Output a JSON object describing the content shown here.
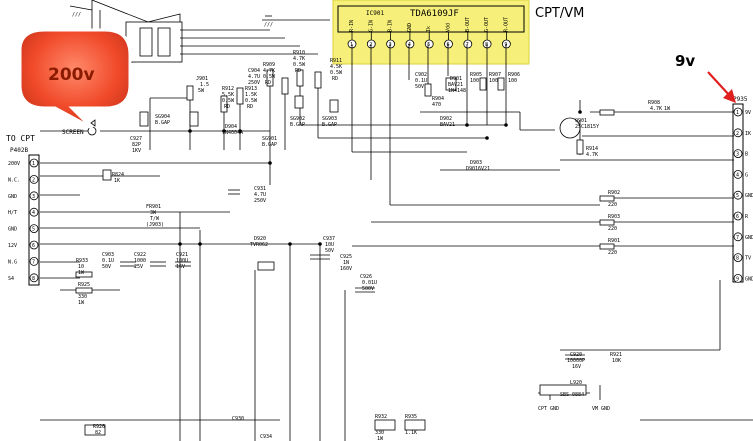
{
  "ic": {
    "ref": "IC901",
    "part": "TDA6109JF",
    "pins": [
      "R-IN",
      "G-IN",
      "B-IN",
      "GND",
      "Ik",
      "Vdd",
      "B-OUT",
      "G-OUT",
      "R-OUT"
    ],
    "pin_numbers": [
      "1",
      "2",
      "3",
      "4",
      "5",
      "6",
      "7",
      "8",
      "9"
    ]
  },
  "title": "CPT/VM",
  "callout": "200v",
  "annotation": "9v",
  "left_connector": {
    "header": "TO CPT",
    "ref": "P402B",
    "pins": [
      {
        "num": "1",
        "label": "200V"
      },
      {
        "num": "2",
        "label": "N.C."
      },
      {
        "num": "3",
        "label": "GND"
      },
      {
        "num": "4",
        "label": "H/T"
      },
      {
        "num": "5",
        "label": "GND"
      },
      {
        "num": "6",
        "label": "12V"
      },
      {
        "num": "7",
        "label": "N.G"
      },
      {
        "num": "8",
        "label": "S4"
      }
    ]
  },
  "right_connector": {
    "ref": "P935",
    "pins": [
      {
        "num": "1",
        "label": "9V"
      },
      {
        "num": "2",
        "label": "IK"
      },
      {
        "num": "3",
        "label": "B"
      },
      {
        "num": "4",
        "label": "G"
      },
      {
        "num": "5",
        "label": "GND"
      },
      {
        "num": "6",
        "label": "R"
      },
      {
        "num": "7",
        "label": "GND"
      },
      {
        "num": "8",
        "label": "TV"
      },
      {
        "num": "9",
        "label": "GND"
      }
    ]
  },
  "components": {
    "screen": "SCREEN",
    "j901": [
      "J901",
      "1.5",
      "5W"
    ],
    "r910": [
      "R910",
      "4.7K",
      "0.5W",
      "RD"
    ],
    "r909": [
      "R909",
      "4.7K",
      "0.5W",
      "RD"
    ],
    "r911": [
      "R911",
      "4.5K",
      "0.5W",
      "RD"
    ],
    "r912": [
      "R912",
      "5.5K",
      "0.5W",
      "RD"
    ],
    "r913": [
      "R913",
      "1.5K",
      "0.5W",
      "RD"
    ],
    "sg904": [
      "SG904",
      "B.GAP"
    ],
    "sg901": [
      "SG901",
      "B.GAP"
    ],
    "sg902": [
      "SG902",
      "B.GAP"
    ],
    "sg903": [
      "SG903",
      "B.GAP"
    ],
    "d904": [
      "D904",
      "1N4004A"
    ],
    "c904": [
      "C904",
      "4.7U",
      "250V"
    ],
    "c927": [
      "C927",
      "82P",
      "1KV"
    ],
    "r824": [
      "R824",
      "1K"
    ],
    "c931": [
      "C931",
      "4.7U",
      "250V"
    ],
    "fr901": [
      "FR901",
      "3W",
      "T/W",
      "(J903)"
    ],
    "c902": [
      "C902",
      "0.1U",
      "50V"
    ],
    "d901": [
      "D901",
      "BAV21",
      "1N4148"
    ],
    "r904": [
      "R904",
      "470"
    ],
    "r905": [
      "R905",
      "100"
    ],
    "r906": [
      "R906",
      "100"
    ],
    "r907": [
      "R907",
      "100"
    ],
    "d902": [
      "D902",
      "BAV21"
    ],
    "d903": [
      "D903",
      "D9016V21"
    ],
    "r908": [
      "R908",
      "4.7K",
      "1W"
    ],
    "q901": [
      "Q901",
      "2SC1815Y"
    ],
    "r914": [
      "R914",
      "4.7K"
    ],
    "r902": [
      "R902",
      "220"
    ],
    "r903": [
      "R903",
      "220"
    ],
    "r901": [
      "R901",
      "220"
    ],
    "r933": [
      "R933",
      "10",
      "1W"
    ],
    "c903": [
      "C903",
      "0.1U",
      "50V"
    ],
    "c922": [
      "C922",
      "1000",
      "25V"
    ],
    "c921": [
      "C921",
      "100U",
      "16V"
    ],
    "d920": [
      "D920",
      "TVR062"
    ],
    "c937": [
      "C937",
      "10U",
      "50V"
    ],
    "c926": [
      "C926",
      "0.01U",
      "500V"
    ],
    "c925": [
      "C925",
      "1N",
      "160V"
    ],
    "r925": [
      "R925",
      "330",
      "1W"
    ],
    "c930": [
      "C930"
    ],
    "r926": [
      "R926",
      "82"
    ],
    "c920": [
      "C920",
      "10000P",
      "16V"
    ],
    "r921": [
      "R921",
      "10K"
    ],
    "l920": [
      "L920",
      "SBS-0884"
    ],
    "cpt_gnd": "CPT GND",
    "vm_gnd": "VM GND",
    "r932": [
      "R932",
      "330",
      "1W"
    ],
    "r935": [
      "R935",
      "1.1K"
    ],
    "c934": [
      "C934"
    ]
  }
}
